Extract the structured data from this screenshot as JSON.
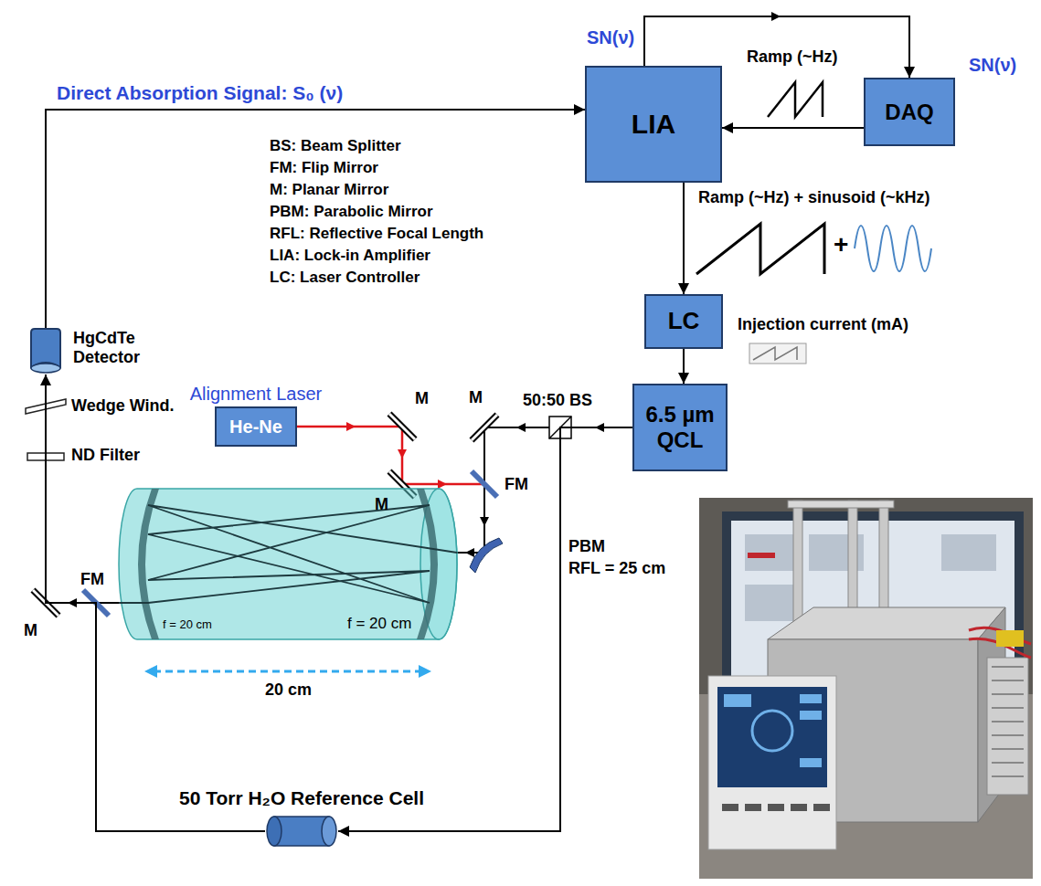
{
  "diagram": {
    "nodes": [
      {
        "text": [
          "LIA"
        ]
      },
      {
        "text": [
          "DAQ"
        ]
      },
      {
        "text": [
          "HgCdTe Detector"
        ]
      },
      {
        "text": [
          "LC"
        ]
      },
      {
        "text": [
          "Alignment Laser",
          "He-Ne"
        ]
      },
      {
        "text": [
          "6.5 µm QCL"
        ]
      },
      {
        "text": [
          "f = 20 cm",
          "f = 20 cm"
        ]
      },
      {
        "text": [
          "50 Torr H₂O Reference Cell"
        ]
      }
    ],
    "edges": [
      {
        "from": 0,
        "to": 1,
        "label": "SN(ν)",
        "arrow": "to"
      },
      {
        "from": 1,
        "to": 0,
        "label": "Ramp (~Hz)",
        "arrow": "to"
      },
      {
        "from": 0,
        "to": 3,
        "label": "Ramp (~Hz) + sinusoid (~kHz)",
        "arrow": "to"
      },
      {
        "from": 3,
        "to": 5,
        "label": "Injection current (mA)",
        "arrow": "to"
      },
      {
        "from": 2,
        "to": 0,
        "label": "Direct Absorption Signal: S₀ (ν)",
        "arrow": "to"
      },
      {
        "from": 5,
        "to": 7,
        "arrow": "to"
      },
      {
        "from": 7,
        "to": 2,
        "arrow": "to"
      }
    ],
    "labels": [
      "SN(ν)",
      "BS: Beam Splitter",
      "FM: Flip Mirror",
      "M: Planar Mirror",
      "PBM: Parabolic Mirror",
      "RFL: Reflective Focal Length",
      "LIA: Lock-in Amplifier",
      "LC: Laser Controller",
      "M",
      "M",
      "50:50 BS",
      "M",
      "FM",
      "PBM",
      "RFL = 25 cm",
      "Wedge Wind.",
      "ND Filter",
      "FM",
      "M",
      "20 cm",
      "+"
    ]
  }
}
